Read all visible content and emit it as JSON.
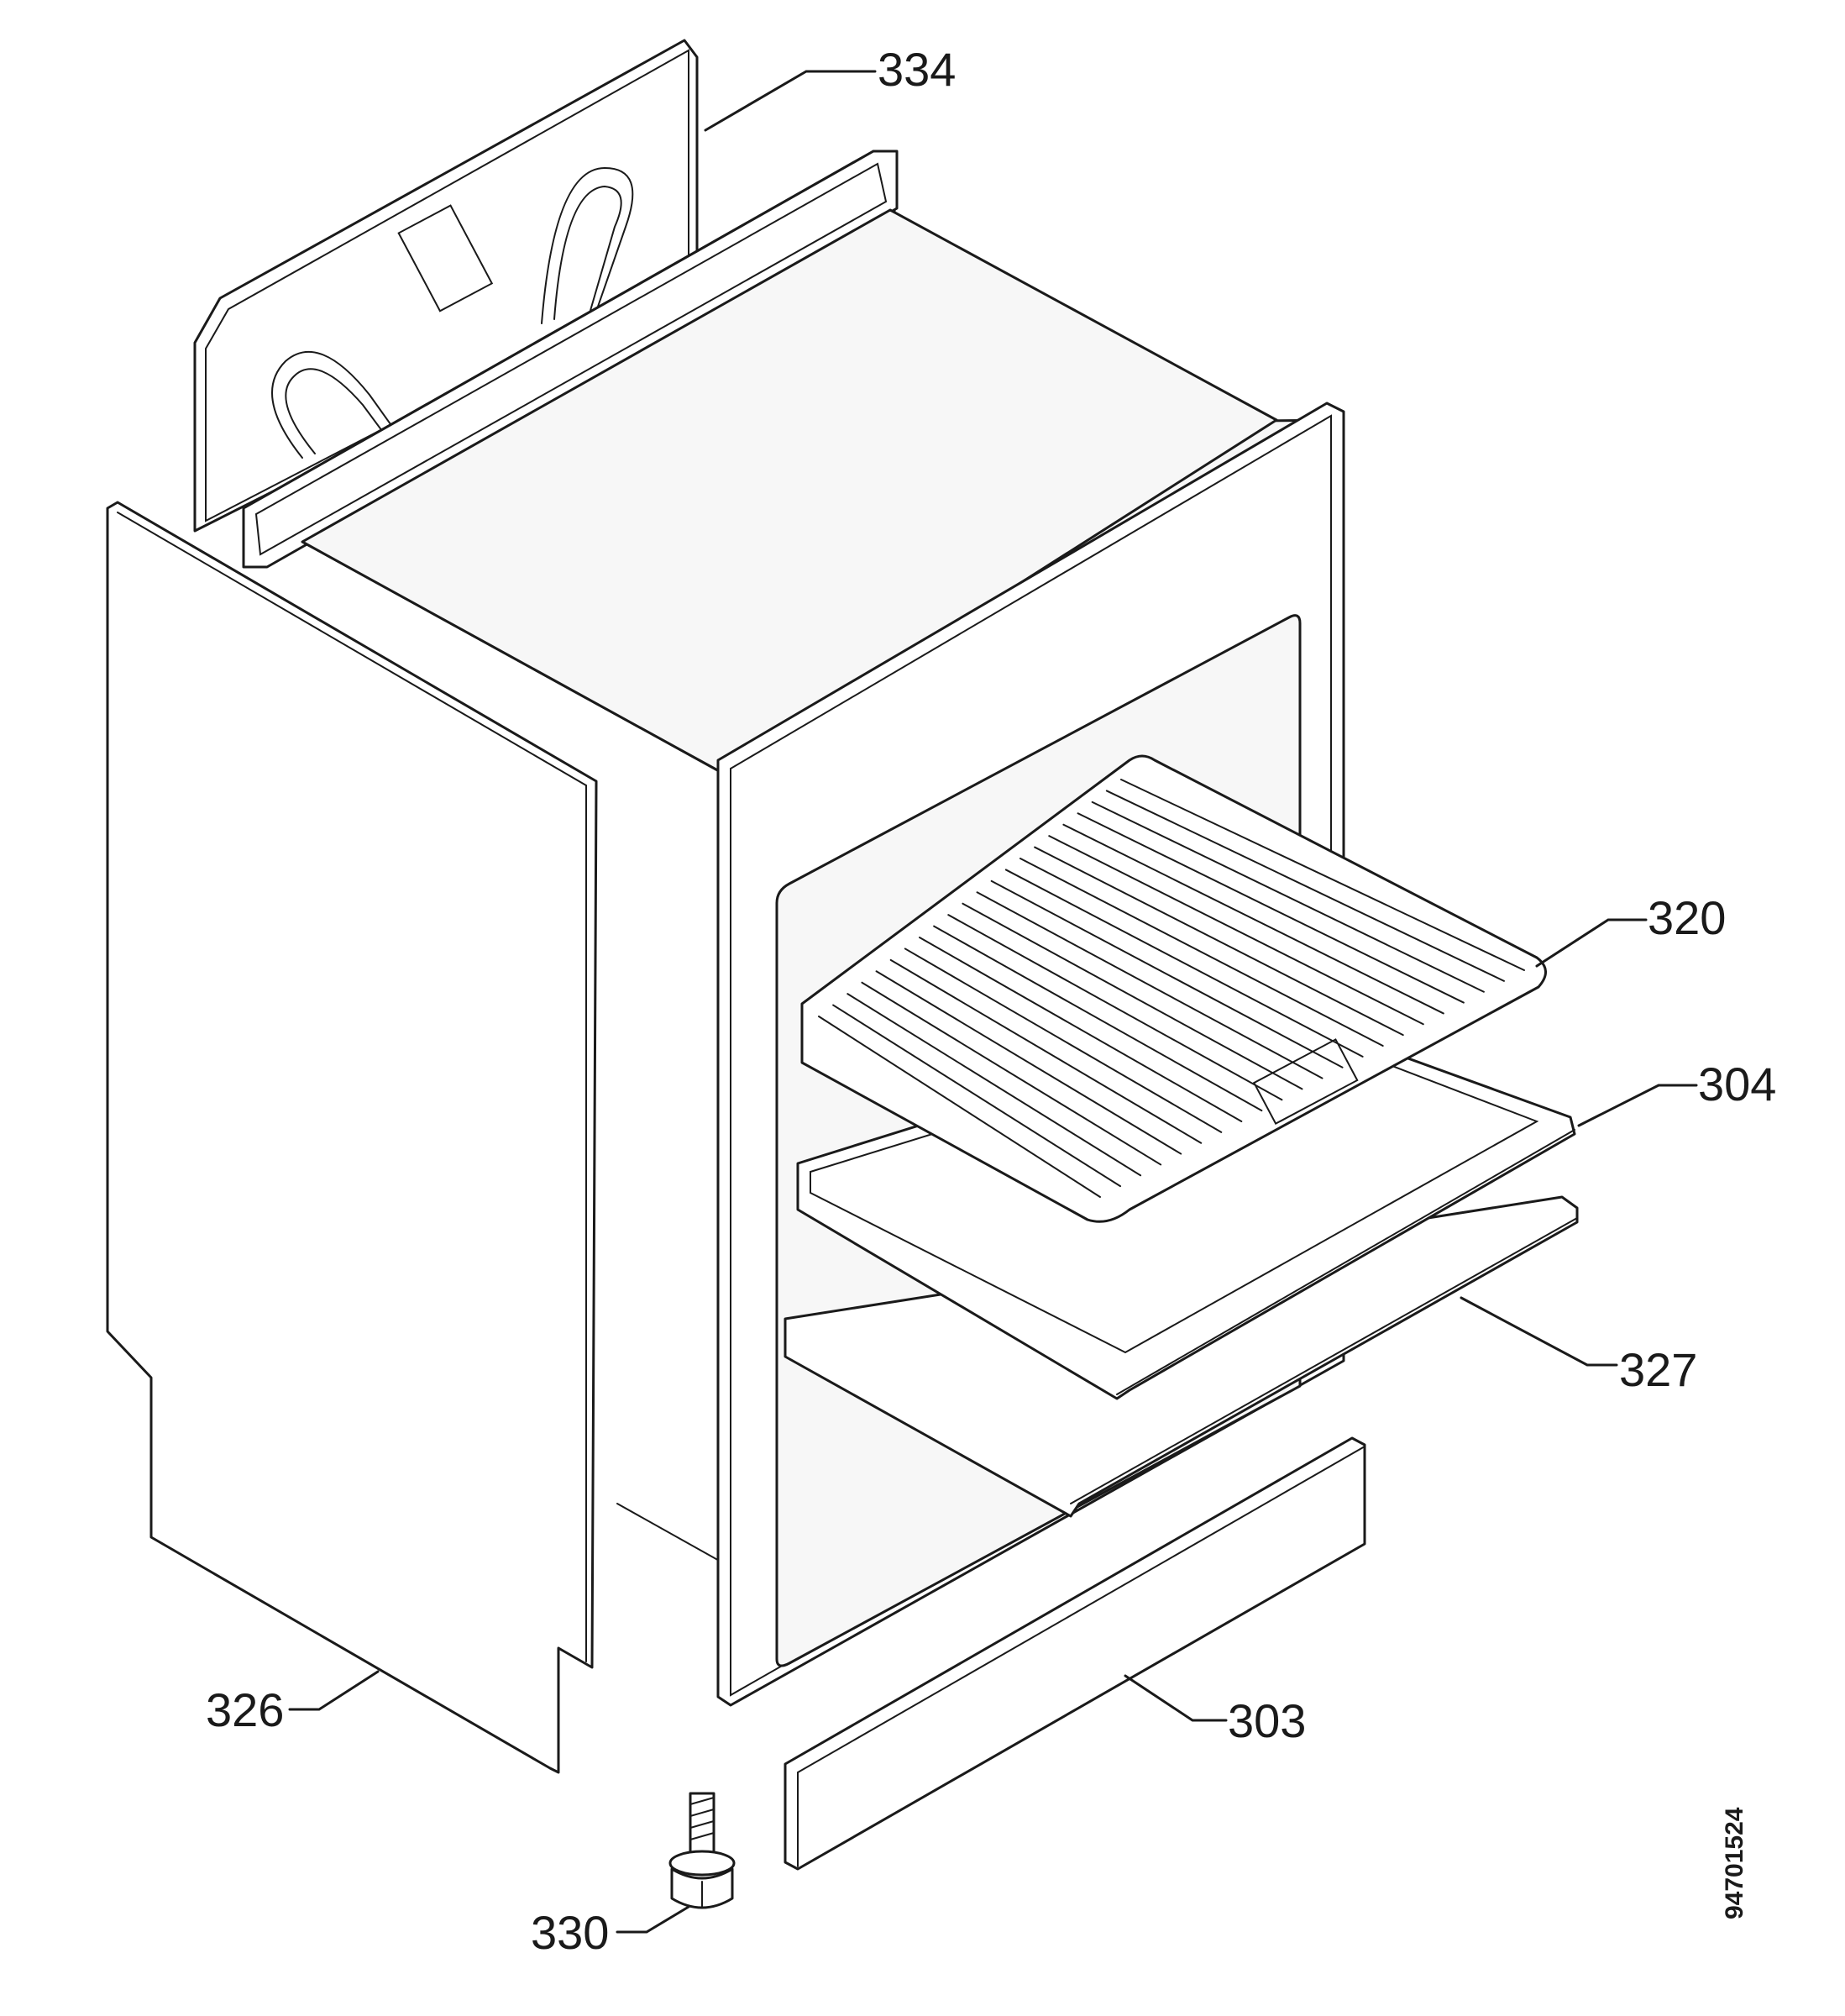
{
  "callouts": {
    "c334": "334",
    "c320": "320",
    "c304": "304",
    "c327": "327",
    "c326": "326",
    "c303": "303",
    "c330": "330"
  },
  "doc_number": "94701524",
  "colors": {
    "line": "#1a1a1a",
    "background": "#ffffff"
  }
}
